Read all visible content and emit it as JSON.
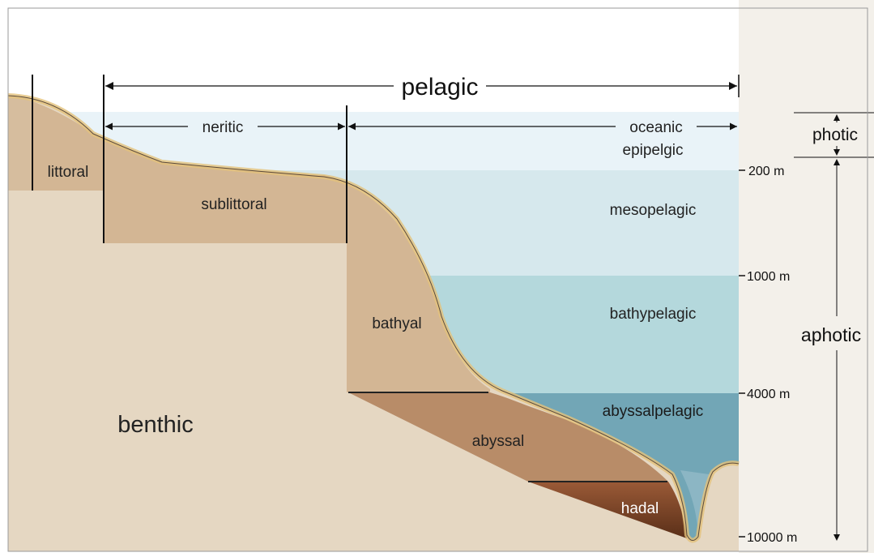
{
  "labels": {
    "pelagic": "pelagic",
    "neritic": "neritic",
    "oceanic": "oceanic",
    "epipelgic": "epipelgic",
    "mesopelagic": "mesopelagic",
    "bathypelagic": "bathypelagic",
    "abyssalpelagic": "abyssalpelagic",
    "littoral": "littoral",
    "sublittoral": "sublittoral",
    "bathyal": "bathyal",
    "abyssal": "abyssal",
    "hadal": "hadal",
    "benthic": "benthic",
    "photic": "photic",
    "aphotic": "aphotic"
  },
  "depth_markers": [
    "200 m",
    "1000 m",
    "4000 m",
    "10000 m"
  ],
  "colors": {
    "background": "#ffffff",
    "side_panel": "#f3f0ea",
    "sky_band": "#e9f3f8",
    "epipelagic": "#e3eef3",
    "mesopelagic": "#d6e8ed",
    "bathypelagic": "#b4d8dc",
    "abyssalpelagic": "#72a6b6",
    "hadal_water": "#8cb6c4",
    "seafloor": "#e5d7c2",
    "shelf": "#d3b694",
    "slope_highlight": "#e3c27a",
    "abyssal_floor": "#b88c68",
    "hadal_floor": "#6d3f25",
    "line": "#111111"
  }
}
